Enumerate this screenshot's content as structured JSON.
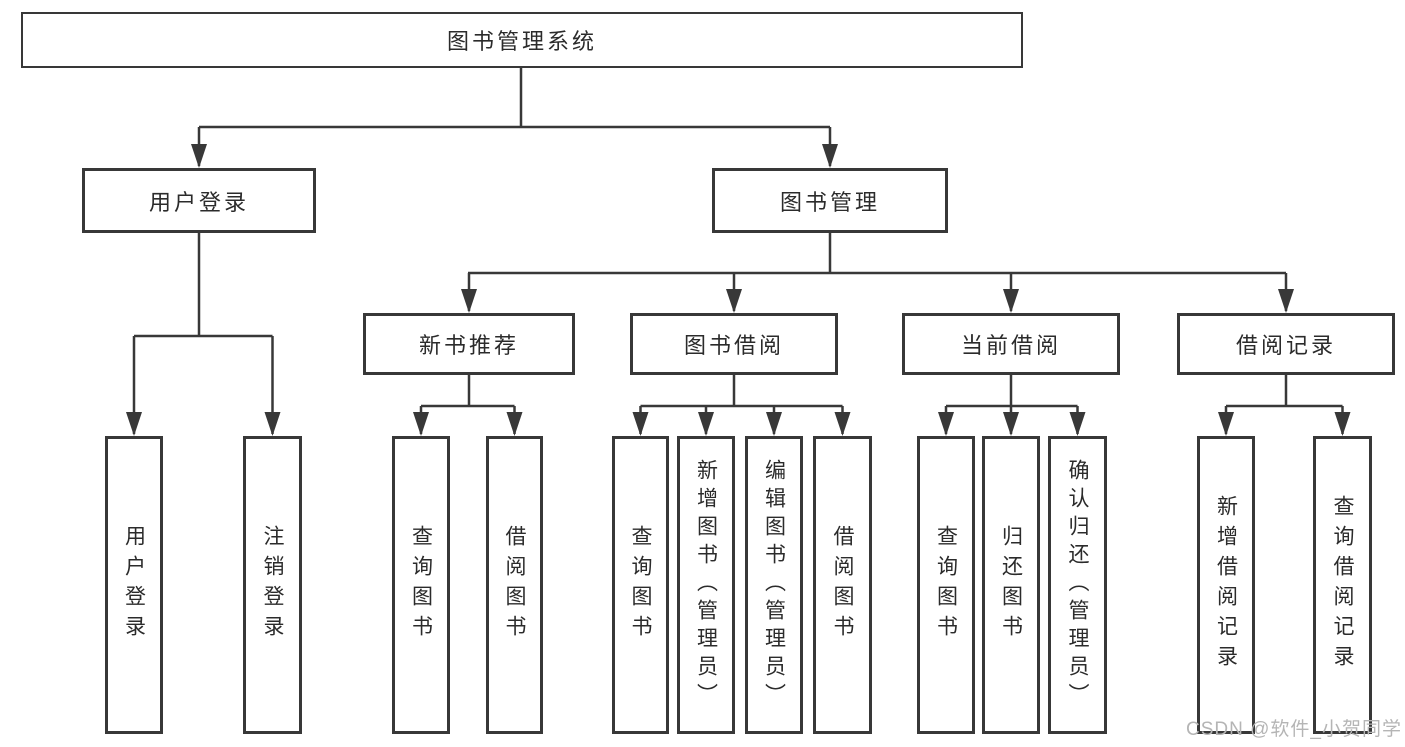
{
  "diagram": {
    "type": "hierarchy-tree",
    "nodes": {
      "root": "图书管理系统",
      "user_login": "用户登录",
      "book_mgmt": "图书管理",
      "new_book_rec": "新书推荐",
      "book_borrow": "图书借阅",
      "current_borrow": "当前借阅",
      "borrow_record": "借阅记录",
      "user_login_children": {
        "login": "用户登录",
        "logout": "注销登录"
      },
      "new_book_rec_children": {
        "query_book": "查询图书",
        "borrow_book": "借阅图书"
      },
      "book_borrow_children": {
        "query_book": "查询图书",
        "add_book": "新增图书（管理员）",
        "edit_book": "编辑图书（管理员）",
        "borrow_book": "借阅图书"
      },
      "current_borrow_children": {
        "query_book": "查询图书",
        "return_book": "归还图书",
        "confirm_return": "确认归还（管理员）"
      },
      "borrow_record_children": {
        "add_record": "新增借阅记录",
        "query_record": "查询借阅记录"
      }
    },
    "colors": {
      "line": "#383838",
      "box_border": "#383838",
      "text": "#2b2b2b",
      "watermark": "#b5b5b5",
      "background": "#ffffff"
    }
  },
  "watermark": "CSDN @软件_小贺同学"
}
